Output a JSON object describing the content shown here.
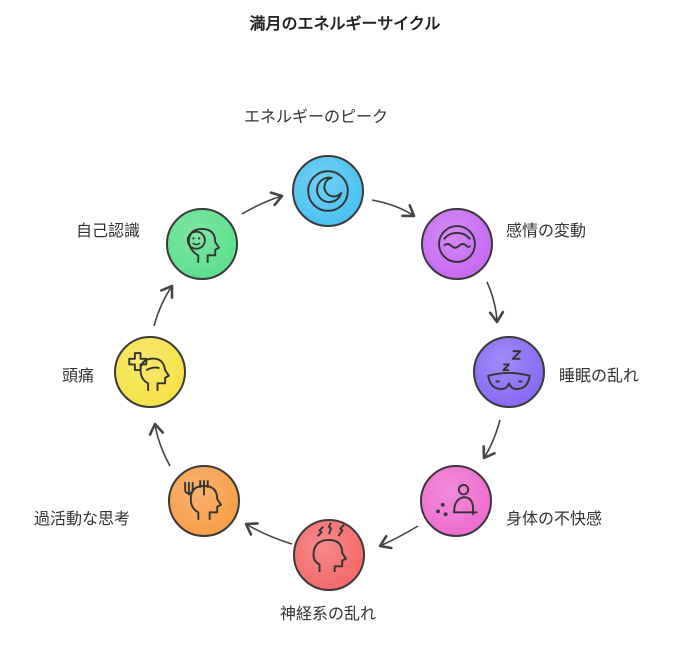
{
  "title": "満月のエネルギーサイクル",
  "nodes": [
    {
      "label": "エネルギーのピーク",
      "color": "#4dc3f0",
      "icon": "moon-icon"
    },
    {
      "label": "感情の変動",
      "color": "#c86cf2",
      "icon": "wave-icon"
    },
    {
      "label": "睡眠の乱れ",
      "color": "#8a6cf4",
      "icon": "sleep-mask-icon"
    },
    {
      "label": "身体の不快感",
      "color": "#ee6fd0",
      "icon": "sick-person-icon"
    },
    {
      "label": "神経系の乱れ",
      "color": "#f46c6c",
      "icon": "nerve-head-icon"
    },
    {
      "label": "過活動な思考",
      "color": "#f7a04c",
      "icon": "overthinking-head-icon"
    },
    {
      "label": "頭痛",
      "color": "#f6e24a",
      "icon": "headache-head-icon"
    },
    {
      "label": "自己認識",
      "color": "#5fe08e",
      "icon": "self-awareness-head-icon"
    }
  ]
}
